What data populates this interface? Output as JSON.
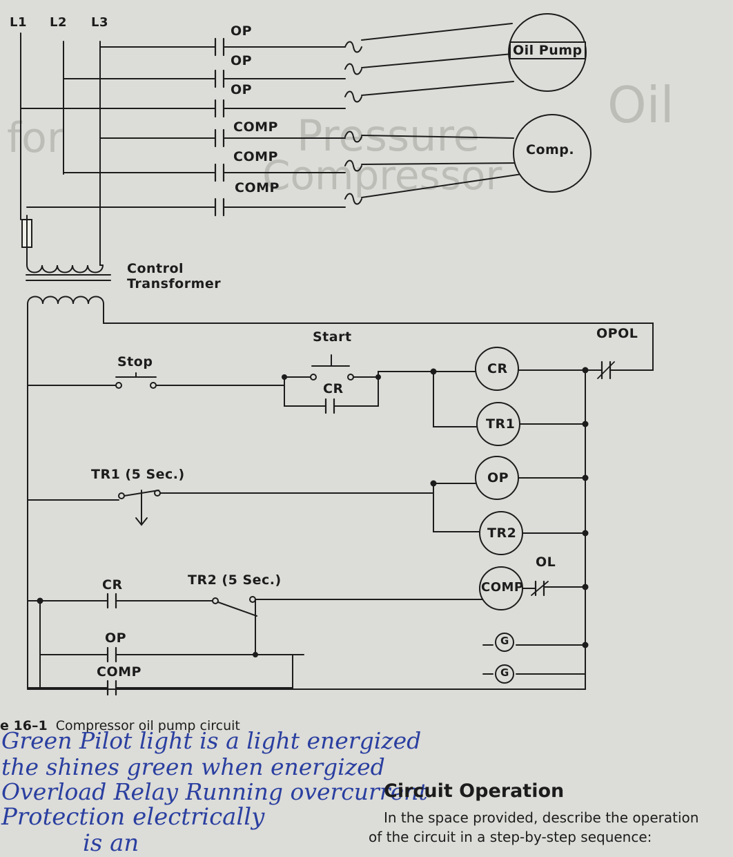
{
  "lines": {
    "l1": "L1",
    "l2": "L2",
    "l3": "L3"
  },
  "power": {
    "op_contacts": [
      "OP",
      "OP",
      "OP"
    ],
    "comp_contacts": [
      "COMP",
      "COMP",
      "COMP"
    ],
    "oil_pump_motor": "Oil Pump",
    "comp_motor": "Comp."
  },
  "transformer": {
    "line1": "Control",
    "line2": "Transformer"
  },
  "control": {
    "stop": "Stop",
    "start": "Start",
    "cr_contact": "CR",
    "opol": "OPOL",
    "tr1_timer": "TR1  (5  Sec.)",
    "cr_contact2": "CR",
    "tr2_timer": "TR2  (5  Sec.)",
    "op_contact": "OP",
    "comp_contact": "COMP",
    "ol": "OL",
    "coils": [
      "CR",
      "TR1",
      "OP",
      "TR2",
      "COMP"
    ],
    "pilot_lights": [
      "G",
      "G"
    ]
  },
  "caption": {
    "figure": "e 16–1",
    "text": "Compressor oil pump circuit"
  },
  "handwriting": [
    "Green Pilot light is a light energized",
    "the shines green when energized",
    "Overload Relay Running overcurrent",
    "Protection        electrically",
    "is an"
  ],
  "section": {
    "heading": "Circuit Operation",
    "line1": "In the space provided, describe the operation",
    "line2": "of the circuit in a step-by-step sequence:"
  },
  "colors": {
    "ink": "#1c1c1c",
    "paper": "#dcdcd8",
    "pen": "#2a3fa0",
    "ghost": "#bdbdb8"
  }
}
